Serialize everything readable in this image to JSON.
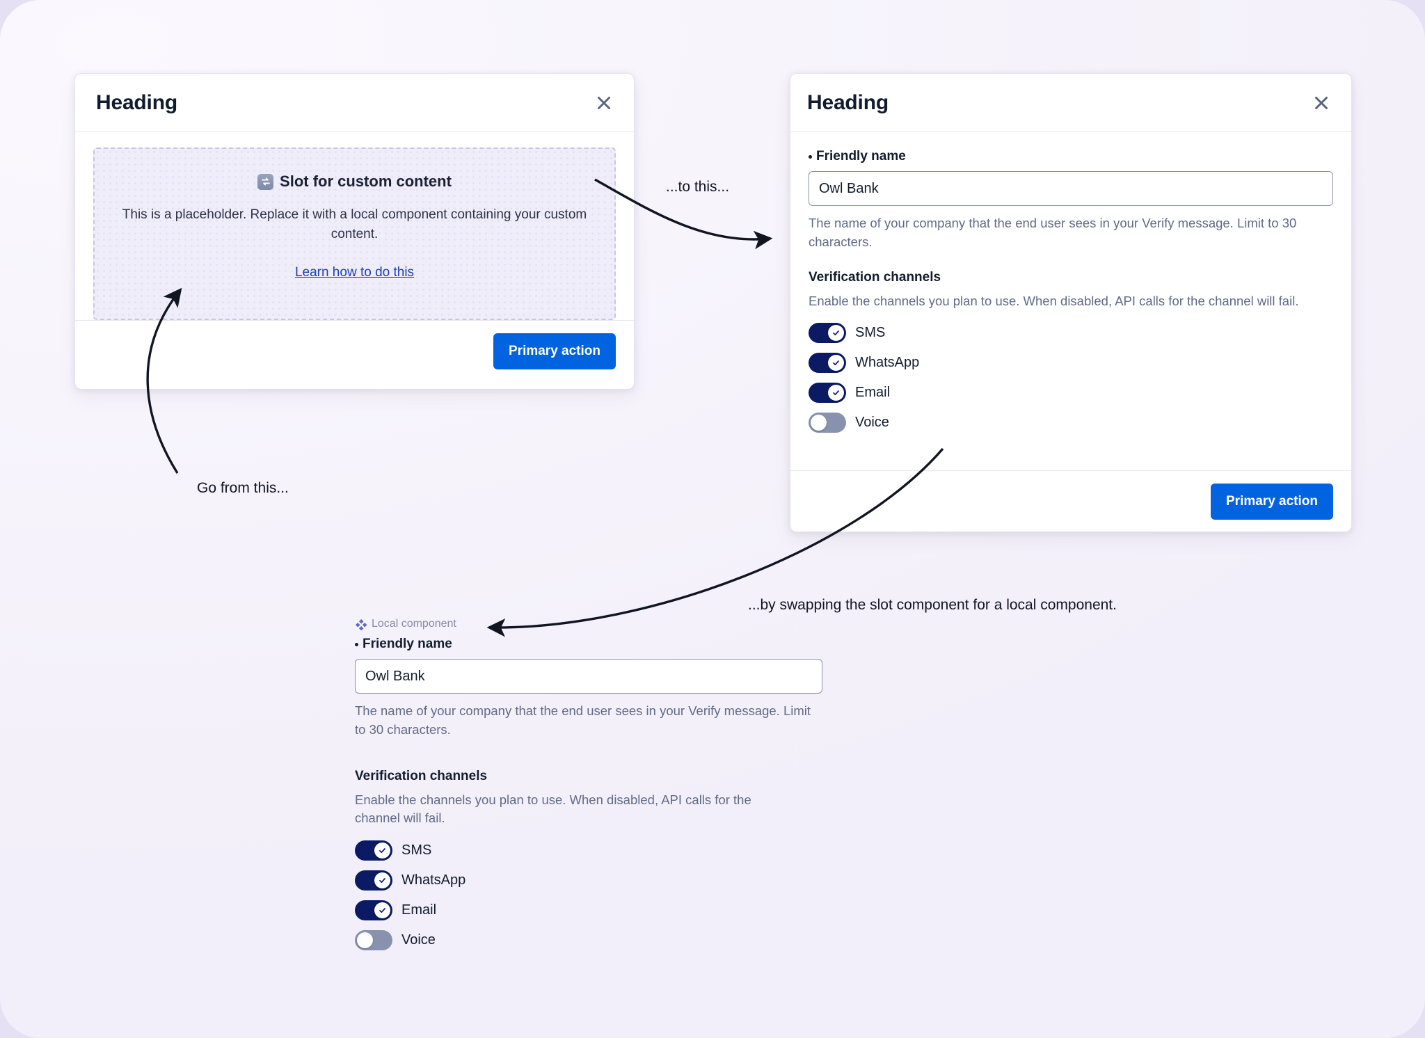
{
  "canvas": {
    "background_start": "#fbf9fe",
    "background_end": "#f2eefa",
    "backdrop": "#e6e0f5"
  },
  "slot_card": {
    "title": "Heading",
    "close_icon": "close-icon",
    "slot": {
      "icon": "swap-component-icon",
      "title": "Slot for custom content",
      "description": "This is a placeholder. Replace it with a local component containing your custom content.",
      "link_label": "Learn how to do this",
      "link_color": "#1d3fb8",
      "border_color": "#c9c5e4",
      "fill_color": "#f0edfa"
    },
    "primary_action_label": "Primary action"
  },
  "form_card": {
    "title": "Heading",
    "close_icon": "close-icon",
    "friendly_name": {
      "label": "Friendly name",
      "required": true,
      "value": "Owl Bank",
      "placeholder": "Owl Bank",
      "help_text": "The name of your company that the end user sees in your Verify message. Limit to 30 characters."
    },
    "verification_channels": {
      "title": "Verification channels",
      "description": "Enable the channels you plan to use. When disabled, API calls for the channel will fail.",
      "channels": [
        {
          "label": "SMS",
          "enabled": true
        },
        {
          "label": "WhatsApp",
          "enabled": true
        },
        {
          "label": "Email",
          "enabled": true
        },
        {
          "label": "Voice",
          "enabled": false
        }
      ]
    },
    "primary_action_label": "Primary action"
  },
  "local_component": {
    "badge_icon": "component-diamond-icon",
    "badge_label": "Local component",
    "friendly_name": {
      "label": "Friendly name",
      "required": true,
      "value": "Owl Bank",
      "placeholder": "Owl Bank",
      "help_text": "The name of your company that the end user sees in your Verify message. Limit to 30 characters."
    },
    "verification_channels": {
      "title": "Verification channels",
      "description": "Enable the channels you plan to use. When disabled, API calls for the channel will fail.",
      "channels": [
        {
          "label": "SMS",
          "enabled": true
        },
        {
          "label": "WhatsApp",
          "enabled": true
        },
        {
          "label": "Email",
          "enabled": true
        },
        {
          "label": "Voice",
          "enabled": false
        }
      ]
    }
  },
  "annotations": {
    "go_from_this": "Go from this...",
    "to_this": "...to this...",
    "by_swapping": "...by swapping the slot component for a local component."
  },
  "colors": {
    "primary_button": "#0263e0",
    "toggle_on": "#0b1a63",
    "toggle_off": "#8891ae",
    "heading_text": "#121c2d",
    "muted_text": "#606b85",
    "link": "#1d3fb8"
  }
}
